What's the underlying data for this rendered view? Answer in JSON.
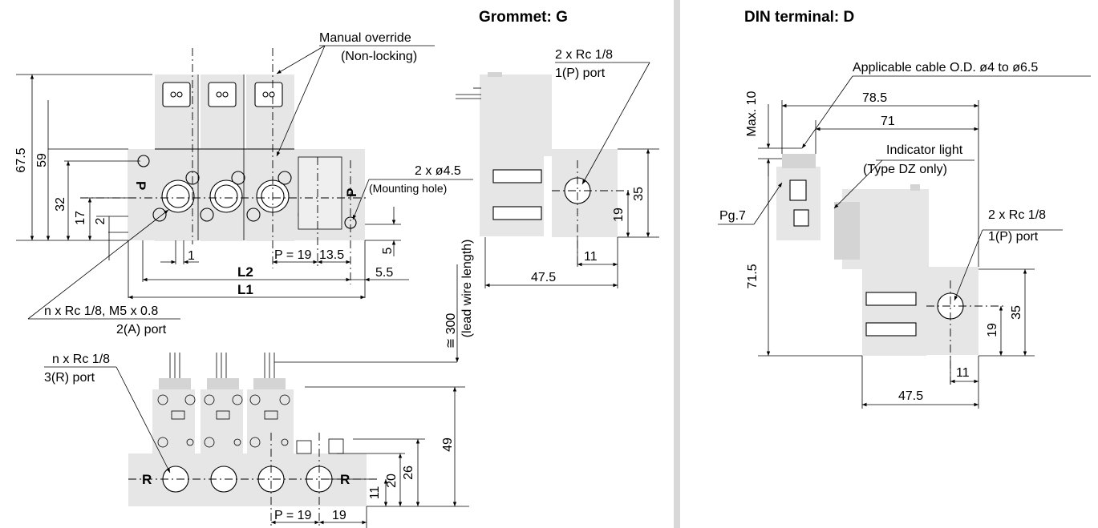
{
  "views": {
    "grommet_title": "Grommet: G",
    "din_title": "DIN terminal: D"
  },
  "left": {
    "manual_override": "Manual override",
    "non_locking": "(Non-locking)",
    "d67_5": "67.5",
    "d59": "59",
    "d32": "32",
    "d17": "17",
    "d2": "2",
    "d1": "1",
    "pitch": "P = 19",
    "d13_5": "13.5",
    "L2": "L2",
    "L1": "L1",
    "d5_5": "5.5",
    "d5": "5",
    "mount_hole": "2 x ø4.5",
    "mount_hole_sub": "(Mounting hole)",
    "port_a": "n x Rc 1/8, M5 x 0.8",
    "port_a_sub": "2(A) port",
    "letter_p": "P",
    "letter_p2": "P",
    "port_r": "n x Rc 1/8",
    "port_r_sub": "3(R) port",
    "letter_r1": "R",
    "letter_r2": "R",
    "d11": "11",
    "d20": "20",
    "d26": "26",
    "d49": "49",
    "pitch_bottom": "P = 19",
    "d19_bottom": "19",
    "lead_wire": "≅ 300",
    "lead_wire_sub": "(lead wire length)"
  },
  "grommet": {
    "port_p": "2 x Rc 1/8",
    "port_p_sub": "1(P) port",
    "d35": "35",
    "d19": "19",
    "d11": "11",
    "d47_5": "47.5"
  },
  "din": {
    "cable": "Applicable cable O.D. ø4 to ø6.5",
    "max10": "Max. 10",
    "d78_5": "78.5",
    "d71": "71",
    "indicator": "Indicator light",
    "indicator_sub": "(Type DZ only)",
    "pg7": "Pg.7",
    "d71_5": "71.5",
    "port_p": "2 x Rc 1/8",
    "port_p_sub": "1(P) port",
    "d35": "35",
    "d19": "19",
    "d11": "11",
    "d47_5": "47.5"
  }
}
